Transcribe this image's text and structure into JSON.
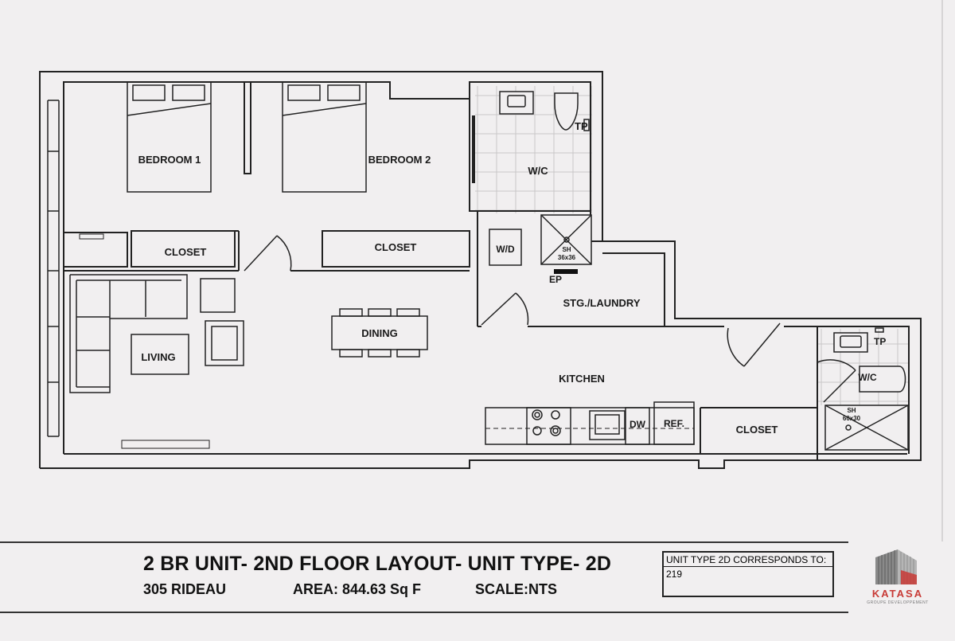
{
  "rooms": {
    "bedroom1": "BEDROOM 1",
    "bedroom2": "BEDROOM 2",
    "closet1": "CLOSET",
    "closet2": "CLOSET",
    "closet3": "CLOSET",
    "wc_main": "W/C",
    "wc_small": "W/C",
    "tp_main": "TP",
    "tp_small": "TP",
    "wd": "W/D",
    "sh_main": "SH",
    "sh_main_size": "36x36",
    "sh_small": "SH",
    "sh_small_size": "60x30",
    "ep": "EP",
    "stg_laundry": "STG./LAUNDRY",
    "living": "LIVING",
    "dining": "DINING",
    "kitchen": "KITCHEN",
    "dw": "DW",
    "ref": "REF."
  },
  "title_block": {
    "main_title": "2 BR UNIT-  2ND FLOOR LAYOUT-  UNIT TYPE- 2D",
    "address": "305 RIDEAU",
    "area": "AREA: 844.63 Sq F",
    "scale": "SCALE:NTS",
    "corresponds_label": "UNIT TYPE 2D CORRESPONDS TO:",
    "corresponds_value": "219"
  },
  "logo": {
    "name": "KATASA",
    "tagline": "GROUPE DEVELOPPEMENT",
    "icon": "building-logo-icon",
    "color": "#c83a36"
  }
}
